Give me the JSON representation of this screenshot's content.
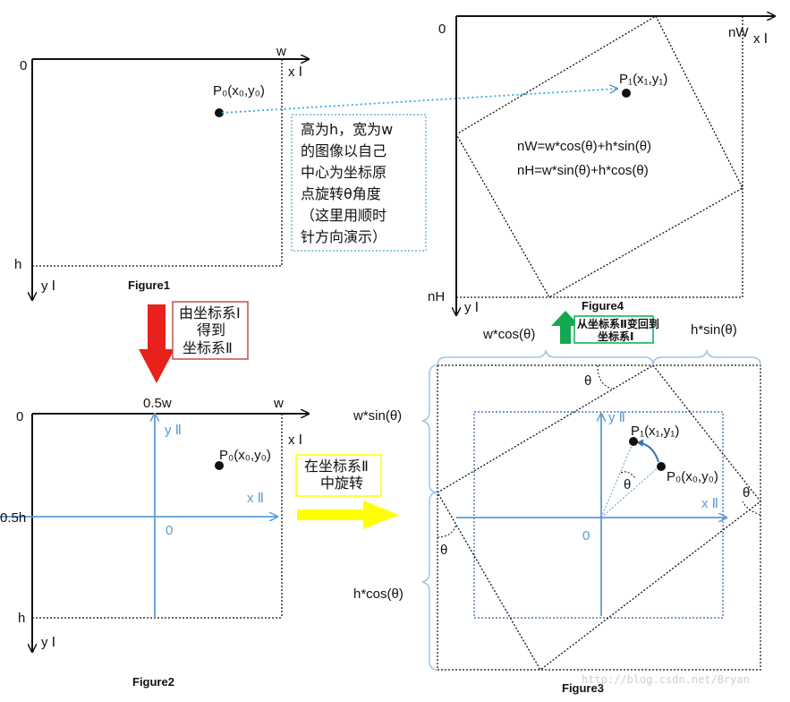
{
  "figure1": {
    "caption": "Figure1",
    "origin": "0",
    "w": "w",
    "h": "h",
    "x_axis": "x Ⅰ",
    "y_axis": "y Ⅰ",
    "point": "P₀(x₀,y₀)"
  },
  "note_rotate": {
    "lines": [
      "高为h，宽为w",
      "的图像以自己",
      "中心为坐标原",
      "点旋转θ角度",
      "（这里用顺时",
      "针方向演示）"
    ]
  },
  "figure4": {
    "caption": "Figure4",
    "origin": "0",
    "nW": "nW",
    "nH": "nH",
    "x_axis": "x Ⅰ",
    "y_axis": "y Ⅰ",
    "point": "P₁(x₁,y₁)",
    "formula_nW": "nW=w*cos(θ)+h*sin(θ)",
    "formula_nH": "nH=w*sin(θ)+h*cos(θ)"
  },
  "arrow_down_label": [
    "由坐标系Ⅰ",
    "得到",
    "坐标系Ⅱ"
  ],
  "arrow_up_label": [
    "从坐标系Ⅱ变回到",
    "坐标系Ⅰ"
  ],
  "arrow_right_label": [
    "在坐标系Ⅱ",
    "中旋转"
  ],
  "figure2": {
    "caption": "Figure2",
    "origin": "0",
    "w": "w",
    "half_w": "0.5w",
    "h": "h",
    "half_h": "0.5h",
    "x_axis": "x Ⅰ",
    "y_axis": "y Ⅰ",
    "x2_axis": "x Ⅱ",
    "y2_axis": "y Ⅱ",
    "origin2": "0",
    "point": "P₀(x₀,y₀)"
  },
  "figure3": {
    "caption": "Figure3",
    "wcos": "w*cos(θ)",
    "hsin": "h*sin(θ)",
    "wsin": "w*sin(θ)",
    "hcos": "h*cos(θ)",
    "theta": "θ",
    "x2_axis": "x Ⅱ",
    "y2_axis": "y Ⅱ",
    "origin2": "0",
    "p1": "P₁(x₁,y₁)",
    "p0": "P₀(x₀,y₀)"
  },
  "watermark": "http://blog.csdn.net/Bryan",
  "colors": {
    "blue": "#5b9bd5",
    "red": "#e8211c",
    "green": "#14a850",
    "yellow": "#ffff00",
    "note_border": "#4bacc6",
    "red_border": "#c0504d",
    "green_border": "#00b050"
  }
}
